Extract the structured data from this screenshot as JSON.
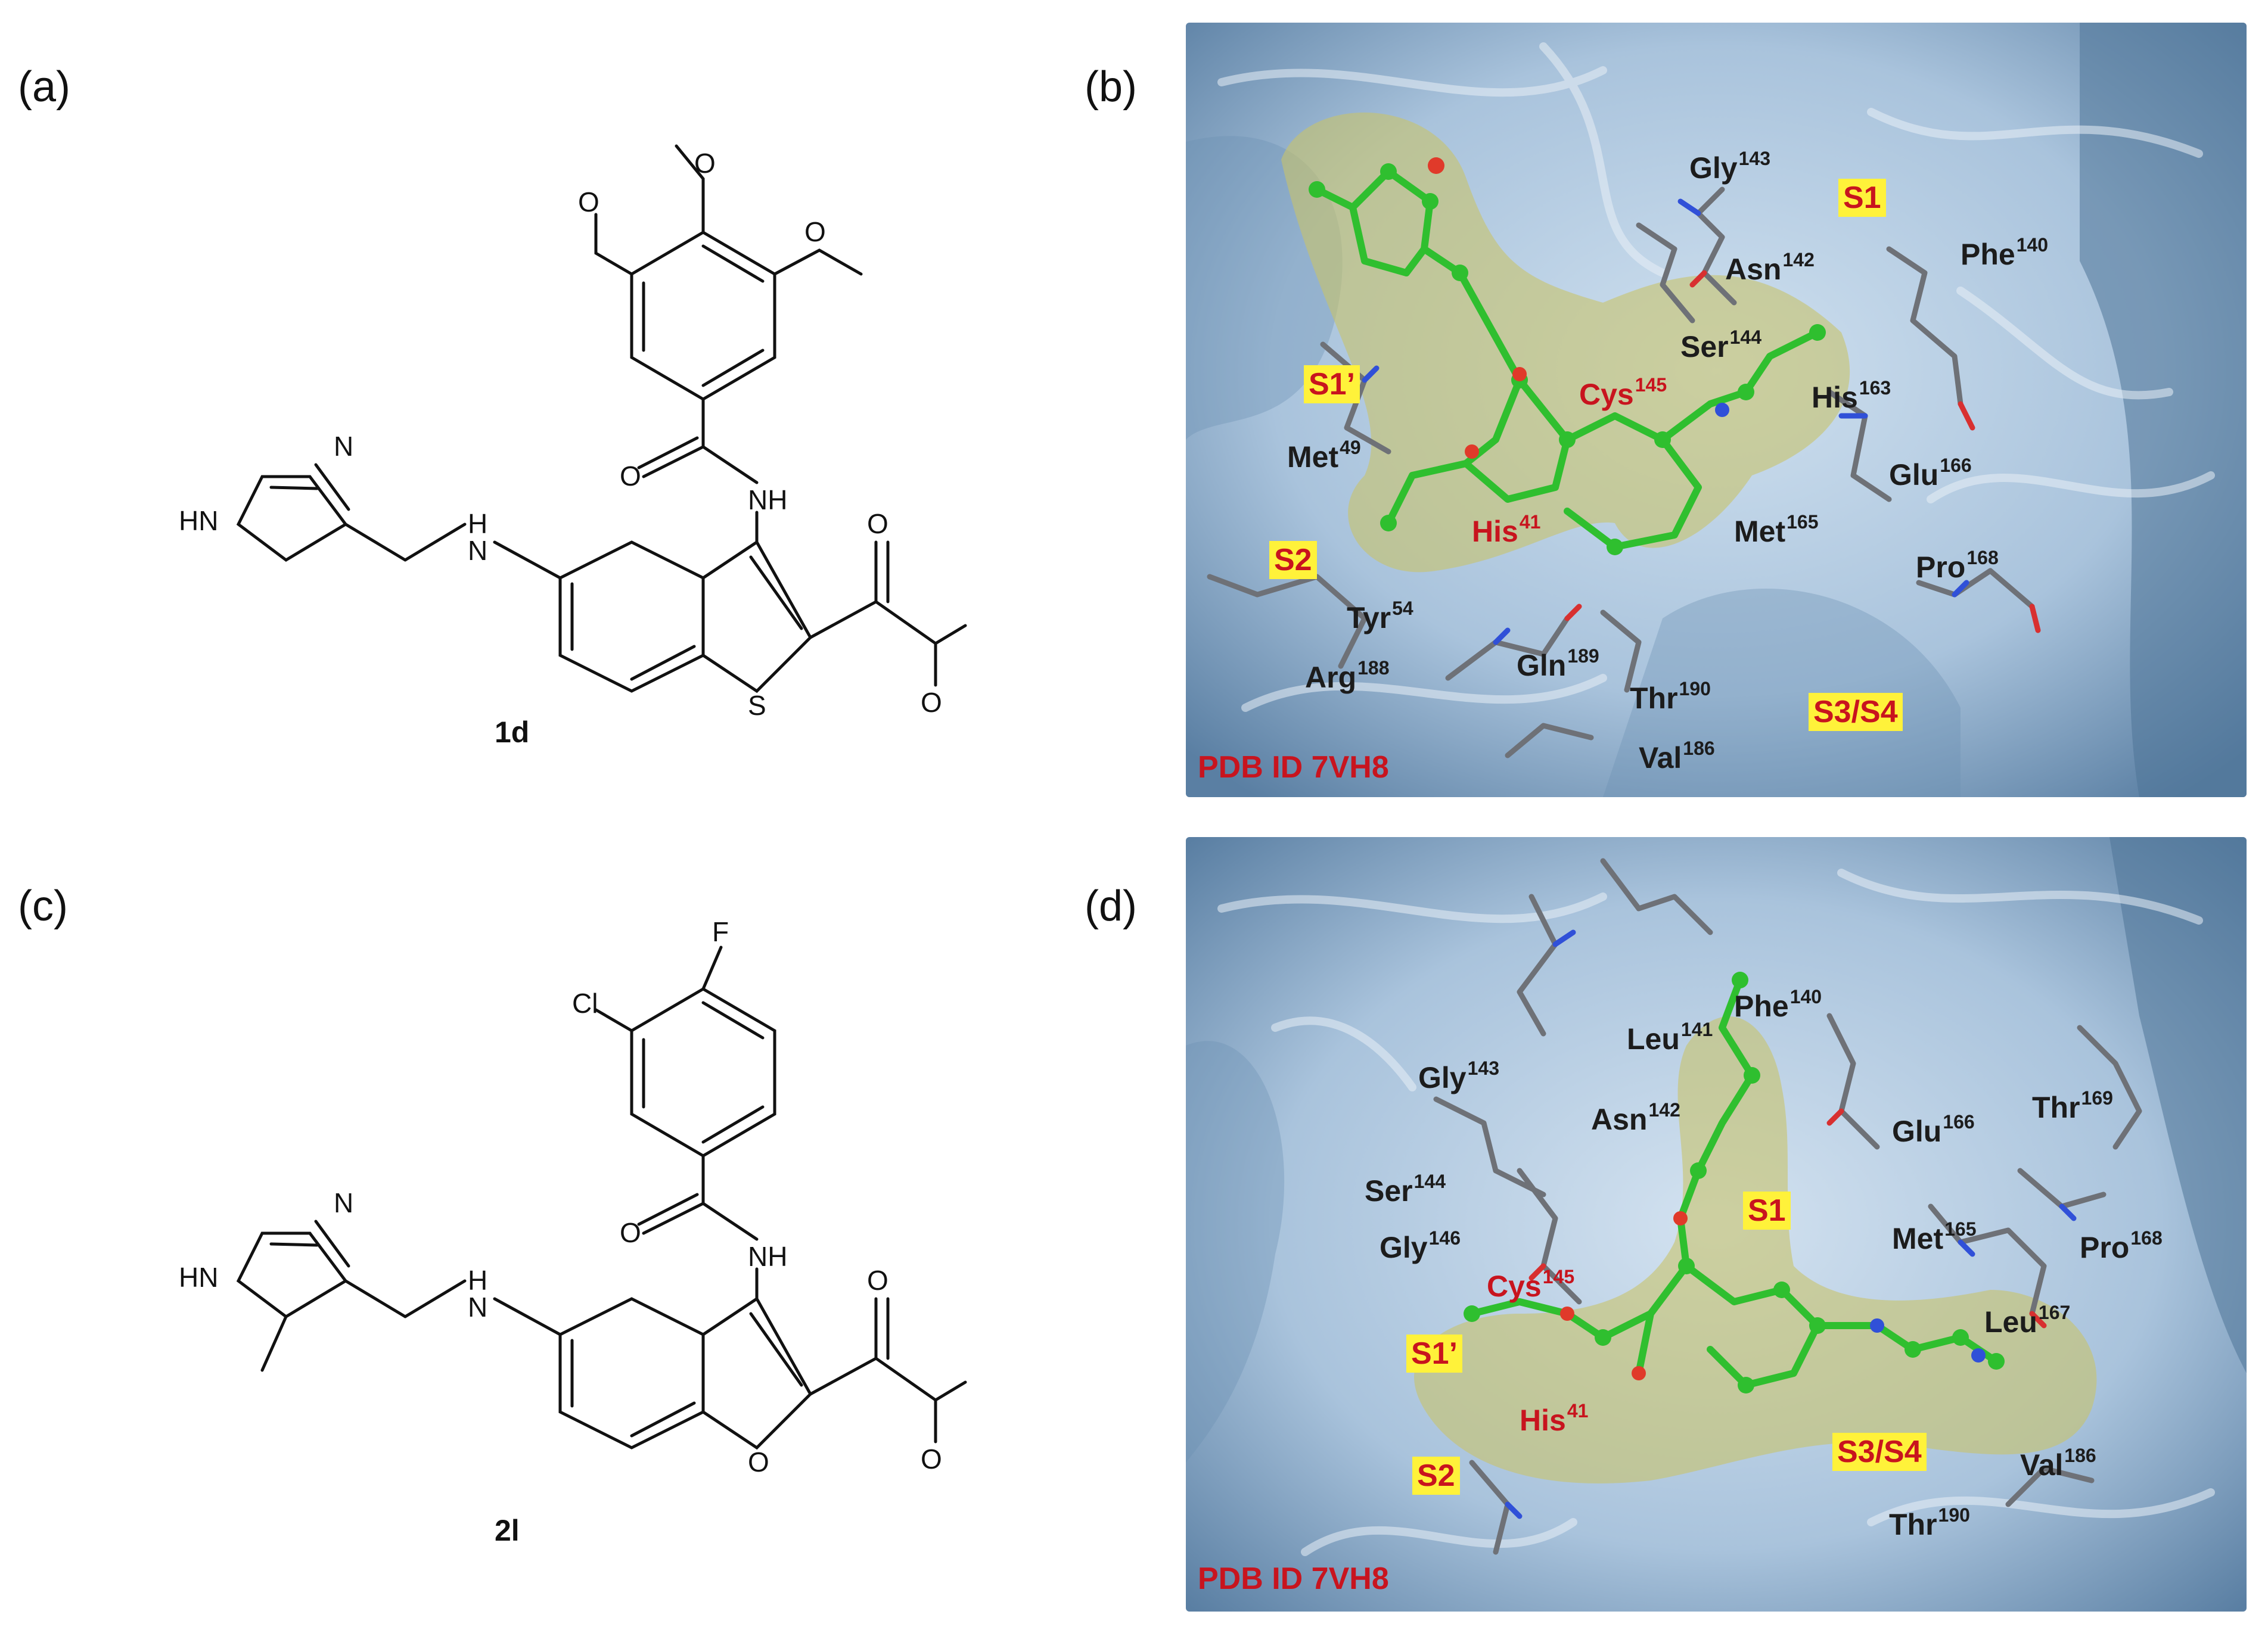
{
  "panels": {
    "a": {
      "letter": "(a)",
      "compound": "1d"
    },
    "b": {
      "letter": "(b)",
      "pdb": "PDB ID 7VH8"
    },
    "c": {
      "letter": "(c)",
      "compound": "2l"
    },
    "d": {
      "letter": "(d)",
      "pdb": "PDB ID 7VH8"
    }
  },
  "atoms": {
    "O": "O",
    "N": "N",
    "NH": "NH",
    "HN": "HN",
    "H": "H",
    "S": "S",
    "Cl": "Cl",
    "F": "F"
  },
  "b_residues": [
    {
      "name": "Gly",
      "num": "143"
    },
    {
      "name": "Asn",
      "num": "142"
    },
    {
      "name": "Phe",
      "num": "140"
    },
    {
      "name": "Ser",
      "num": "144"
    },
    {
      "name": "Cys",
      "num": "145"
    },
    {
      "name": "His",
      "num": "163"
    },
    {
      "name": "Met",
      "num": "49"
    },
    {
      "name": "Glu",
      "num": "166"
    },
    {
      "name": "His",
      "num": "41"
    },
    {
      "name": "Met",
      "num": "165"
    },
    {
      "name": "Pro",
      "num": "168"
    },
    {
      "name": "Tyr",
      "num": "54"
    },
    {
      "name": "Arg",
      "num": "188"
    },
    {
      "name": "Gln",
      "num": "189"
    },
    {
      "name": "Thr",
      "num": "190"
    },
    {
      "name": "Val",
      "num": "186"
    }
  ],
  "b_sites": [
    "S1",
    "S1’",
    "S2",
    "S3/S4"
  ],
  "d_residues": [
    {
      "name": "Phe",
      "num": "140"
    },
    {
      "name": "Leu",
      "num": "141"
    },
    {
      "name": "Gly",
      "num": "143"
    },
    {
      "name": "Asn",
      "num": "142"
    },
    {
      "name": "Glu",
      "num": "166"
    },
    {
      "name": "Thr",
      "num": "169"
    },
    {
      "name": "Ser",
      "num": "144"
    },
    {
      "name": "Met",
      "num": "165"
    },
    {
      "name": "Pro",
      "num": "168"
    },
    {
      "name": "Gly",
      "num": "146"
    },
    {
      "name": "Cys",
      "num": "145"
    },
    {
      "name": "Leu",
      "num": "167"
    },
    {
      "name": "His",
      "num": "41"
    },
    {
      "name": "Val",
      "num": "186"
    },
    {
      "name": "Thr",
      "num": "190"
    }
  ],
  "d_sites": [
    "S1",
    "S1’",
    "S2",
    "S3/S4"
  ],
  "colors": {
    "protein_surface": "#a9c3dc",
    "protein_dark": "#5a7fa3",
    "pocket": "#c8c36a",
    "ligand": "#2fbf2f",
    "label_red": "#c8141e",
    "site_bg": "#fff23a"
  }
}
